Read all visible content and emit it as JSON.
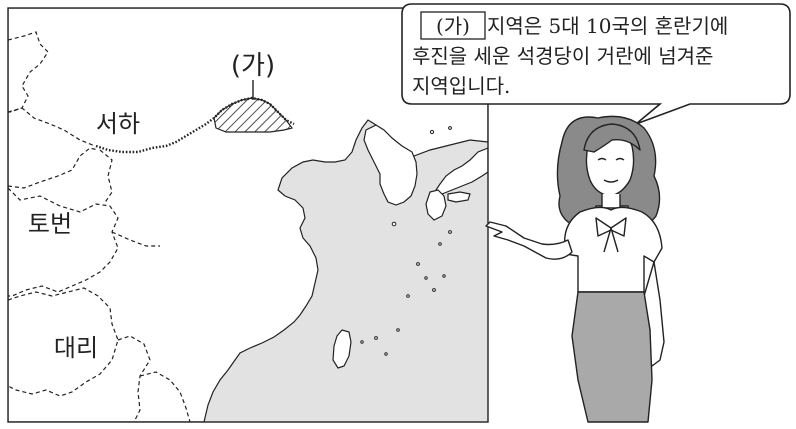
{
  "map": {
    "marker_label": "(가)",
    "regions": {
      "seoha": "서하",
      "tobeon": "토번",
      "daeri": "대리"
    }
  },
  "speech": {
    "boxed_label": "(가)",
    "line1_rest": " 지역은 5대 10국의 혼란기에",
    "line2": "후진을 세운 석경당이 거란에 넘겨준",
    "line3": "지역입니다."
  },
  "colors": {
    "sea": "#e2e2e2",
    "land": "#ffffff",
    "line": "#222222"
  }
}
